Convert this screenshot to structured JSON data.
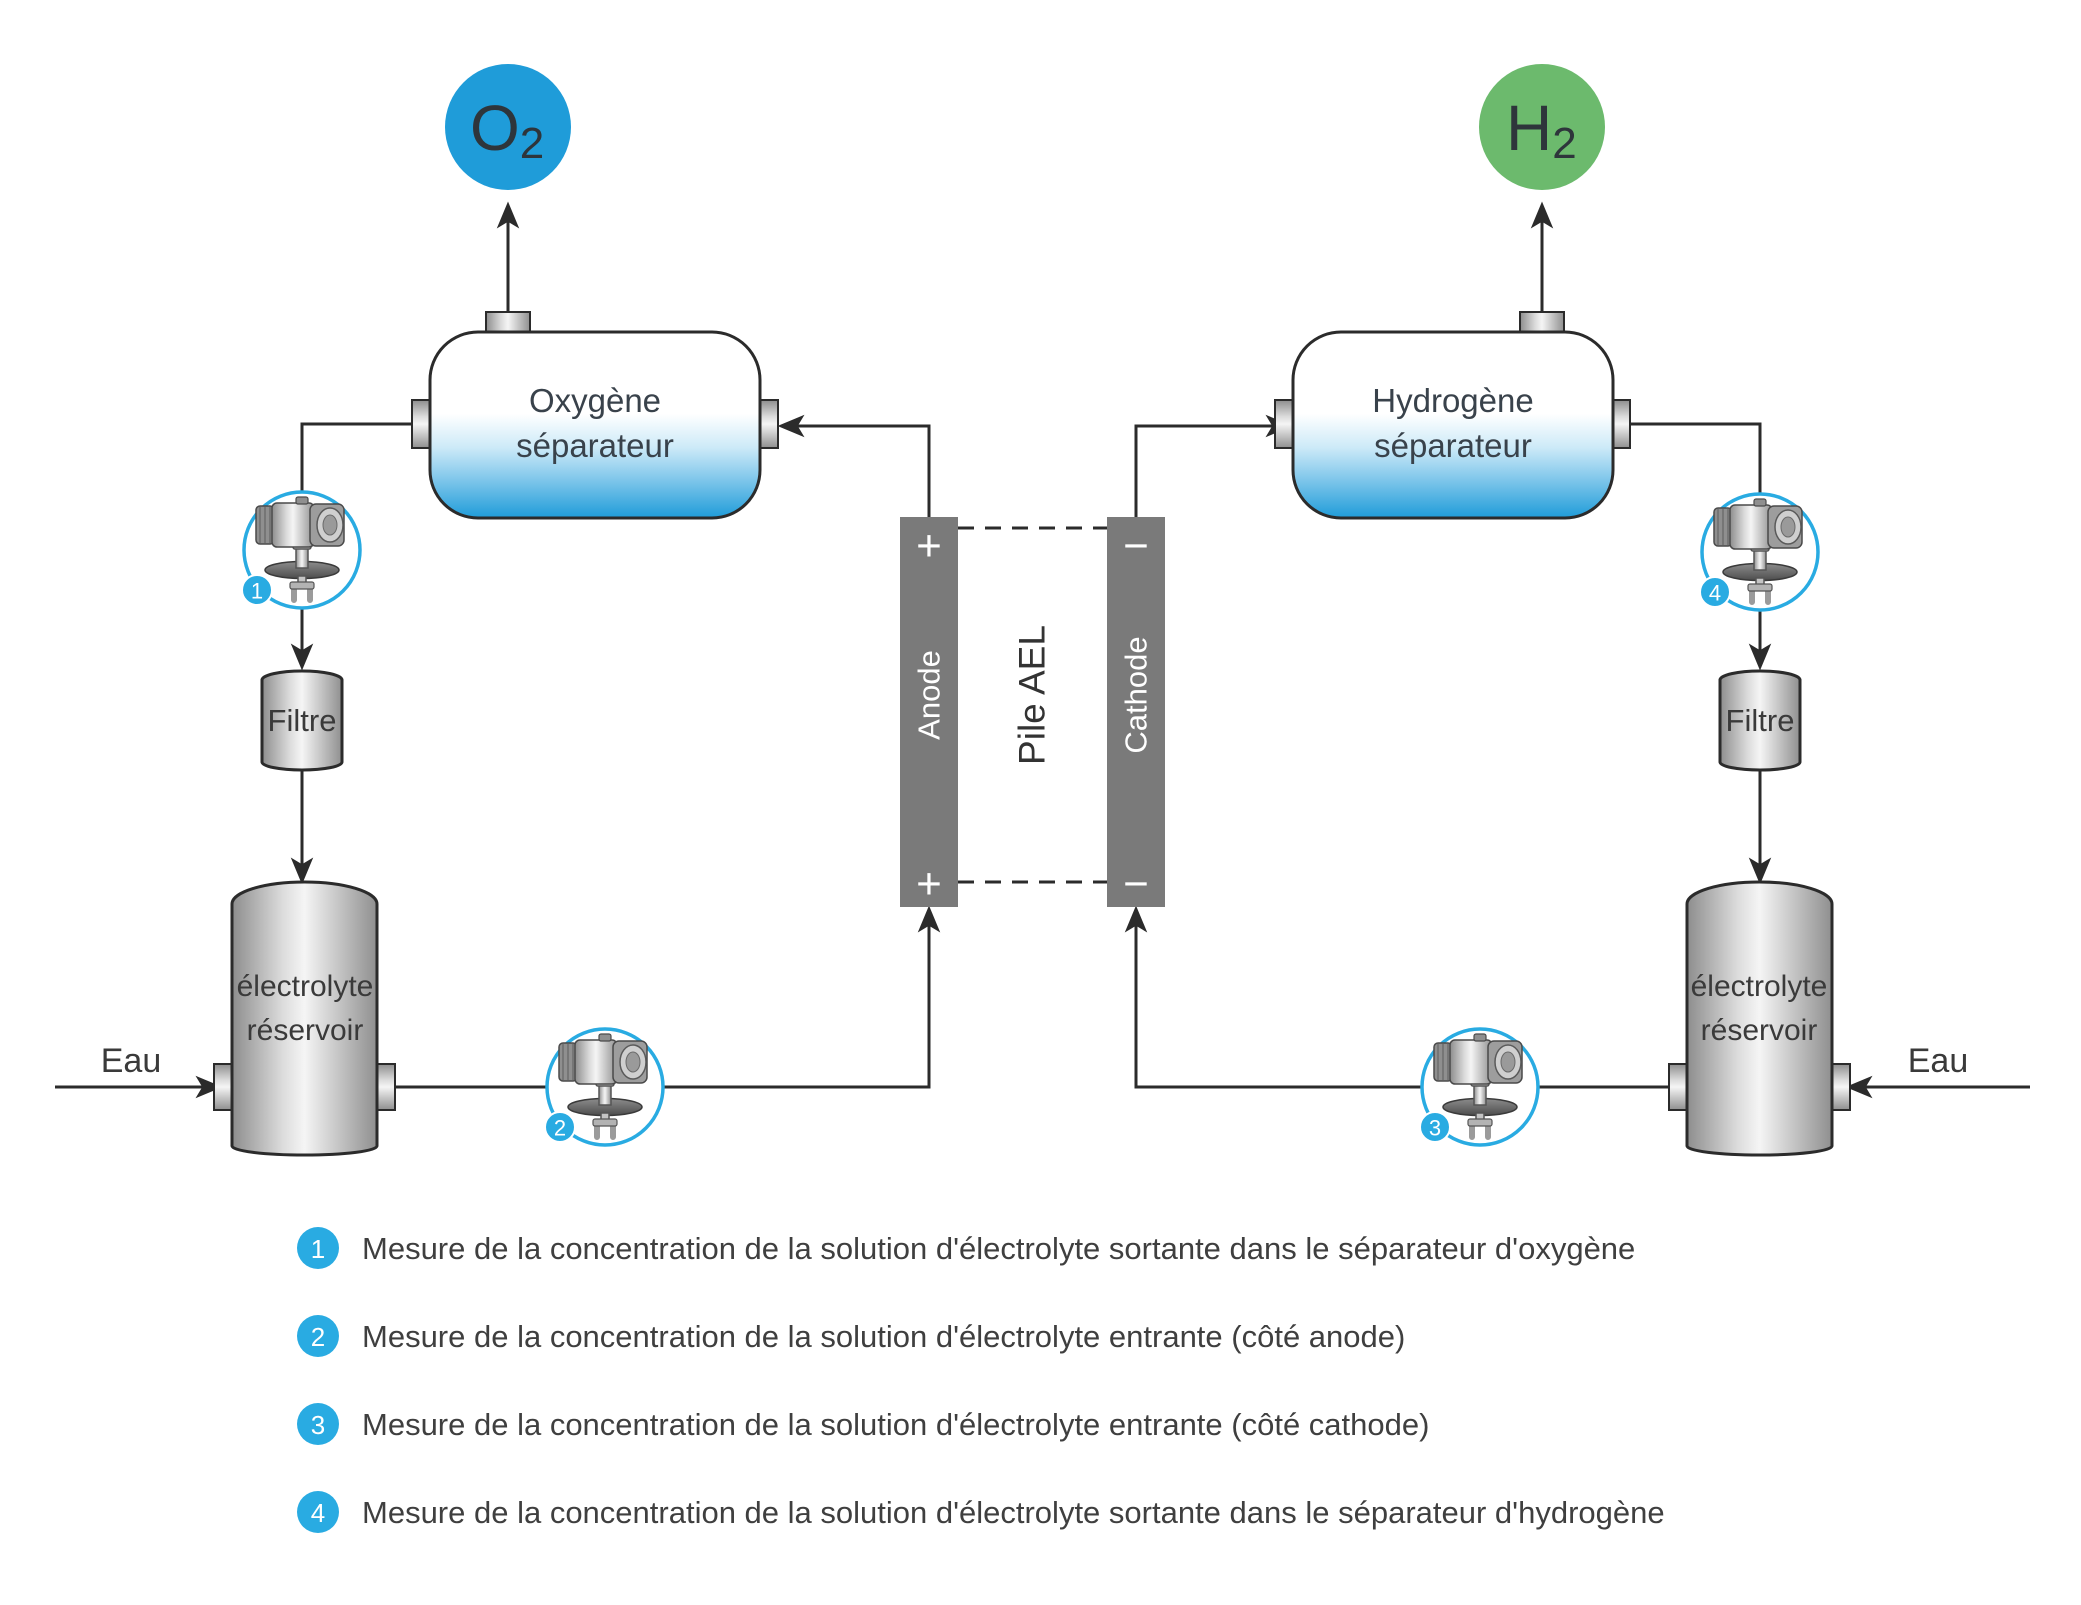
{
  "colors": {
    "accent_blue": "#29abe2",
    "o2_circle_blue": "#1f9cd9",
    "h2_circle_green": "#6cba6d",
    "electrode_gray": "#7a7a7a",
    "line_dark": "#2b2b2b"
  },
  "gases": {
    "o2": {
      "symbol": "O",
      "subscript": "2"
    },
    "h2": {
      "symbol": "H",
      "subscript": "2"
    }
  },
  "separators": {
    "oxygen": {
      "line1": "Oxygène",
      "line2": "séparateur"
    },
    "hydrogen": {
      "line1": "Hydrogène",
      "line2": "séparateur"
    }
  },
  "stack": {
    "label": "Pile AEL",
    "anode": "Anode",
    "cathode": "Cathode",
    "anode_polarity": "+",
    "cathode_polarity": "−"
  },
  "filters": {
    "left": "Filtre",
    "right": "Filtre"
  },
  "reservoirs": {
    "left": {
      "line1": "électrolyte",
      "line2": "réservoir"
    },
    "right": {
      "line1": "électrolyte",
      "line2": "réservoir"
    }
  },
  "water": {
    "left": "Eau",
    "right": "Eau"
  },
  "meters": {
    "m1": "1",
    "m2": "2",
    "m3": "3",
    "m4": "4"
  },
  "legend": {
    "items": [
      {
        "num": "1",
        "text": "Mesure de la concentration de la solution d'électrolyte sortante dans le séparateur d'oxygène"
      },
      {
        "num": "2",
        "text": "Mesure de la concentration de la solution d'électrolyte entrante (côté anode)"
      },
      {
        "num": "3",
        "text": "Mesure de la concentration de la solution d'électrolyte entrante (côté cathode)"
      },
      {
        "num": "4",
        "text": "Mesure de la concentration de la solution d'électrolyte sortante dans le séparateur d'hydrogène"
      }
    ]
  }
}
